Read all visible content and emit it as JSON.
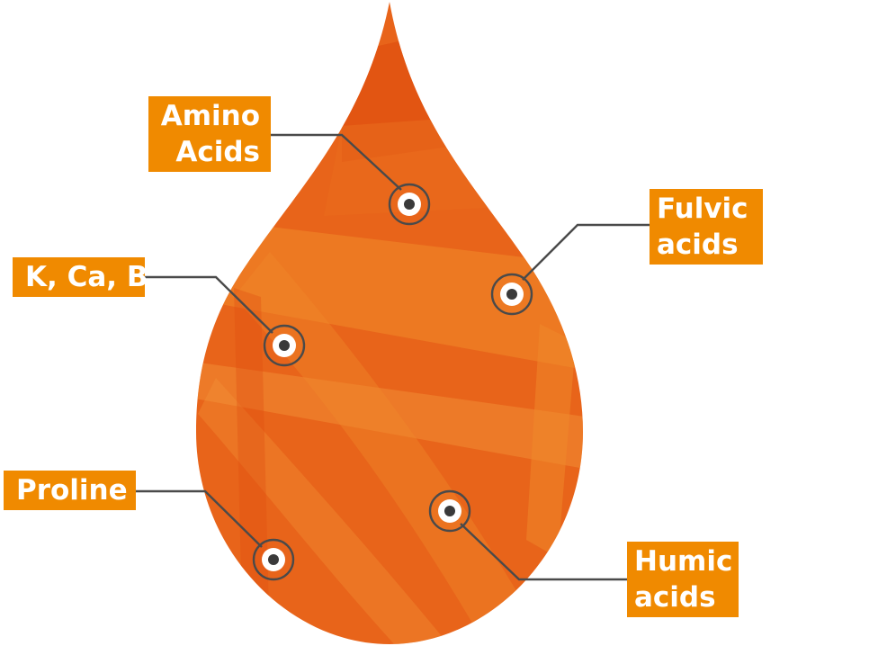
{
  "diagram": {
    "colors": {
      "drop_base": "#e8641a",
      "drop_light": "#f08a2a",
      "drop_dark": "#e04e10",
      "label_fill": "#f08a00",
      "label_text": "#ffffff",
      "connector": "#4a4a4a"
    },
    "labels": {
      "amino_acids": {
        "line1": "Amino",
        "line2": "Acids"
      },
      "k_ca_b": {
        "line1": "K, Ca, B"
      },
      "proline": {
        "line1": "Proline"
      },
      "fulvic_acids": {
        "line1": "Fulvic",
        "line2": "acids"
      },
      "humic_acids": {
        "line1": "Humic",
        "line2": "acids"
      }
    }
  }
}
